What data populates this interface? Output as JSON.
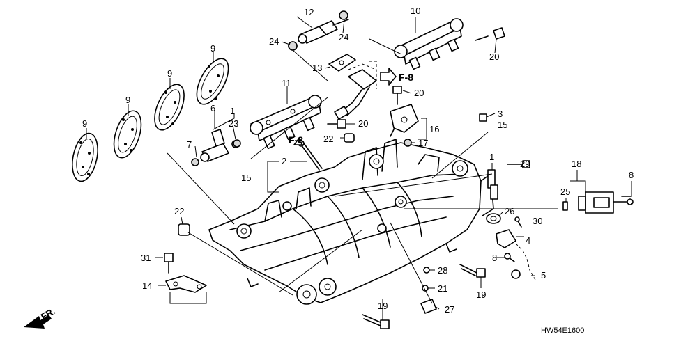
{
  "callouts": {
    "c12": "12",
    "c24a": "24",
    "c24b": "24",
    "c10": "10",
    "c20a": "20",
    "c9a": "9",
    "c9b": "9",
    "c9c": "9",
    "c9d": "9",
    "c13": "13",
    "c11": "11",
    "c20b": "20",
    "c6": "6",
    "c1a": "1",
    "c23": "23",
    "c7": "7",
    "c20c": "20",
    "c22a": "22",
    "c3": "3",
    "c15a": "15",
    "c16": "16",
    "c17": "17",
    "c2": "2",
    "c15b": "15",
    "c1b": "1",
    "c29": "29",
    "c18": "18",
    "c8a": "8",
    "c25": "25",
    "c22b": "22",
    "c26": "26",
    "c30": "30",
    "c4": "4",
    "c31": "31",
    "c8b": "8",
    "c5": "5",
    "c28": "28",
    "c14": "14",
    "c21": "21",
    "c19a": "19",
    "c27": "27",
    "c19b": "19"
  },
  "refs": {
    "f8a": "F-8",
    "f8b": "F-8"
  },
  "diagram_code": "HW54E1600",
  "direction_label": "FR."
}
